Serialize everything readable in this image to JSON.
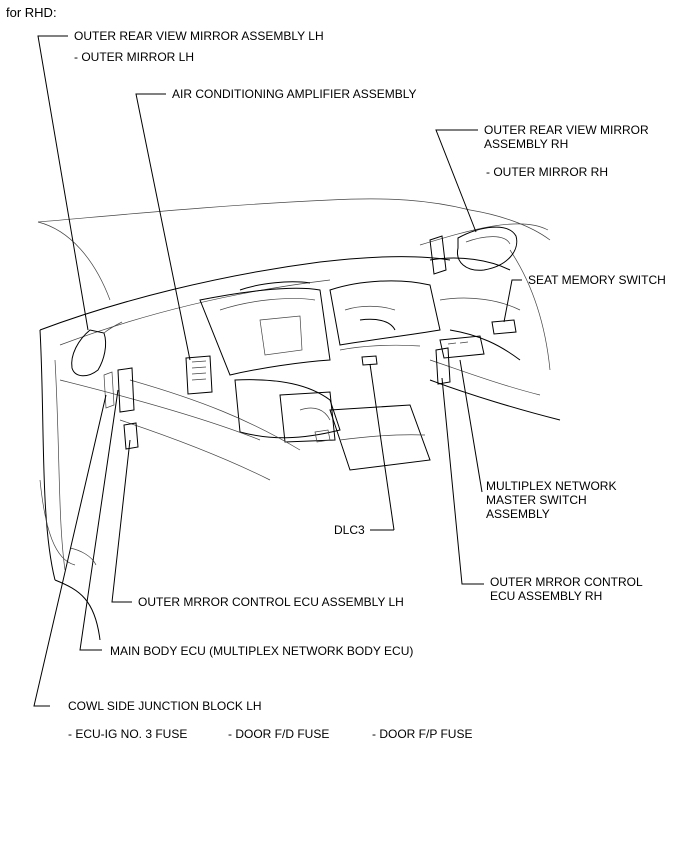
{
  "heading": "for RHD:",
  "labels": {
    "outer_mirror_lh_title": "OUTER REAR VIEW MIRROR ASSEMBLY LH",
    "outer_mirror_lh_sub": "- OUTER MIRROR LH",
    "ac_amplifier": "AIR CONDITIONING AMPLIFIER ASSEMBLY",
    "outer_mirror_rh_line1": "OUTER REAR VIEW MIRROR",
    "outer_mirror_rh_line2": "ASSEMBLY RH",
    "outer_mirror_rh_sub": "- OUTER MIRROR RH",
    "seat_memory_switch": "SEAT MEMORY SWITCH",
    "multiplex_line1": "MULTIPLEX NETWORK",
    "multiplex_line2": "MASTER SWITCH",
    "multiplex_line3": "ASSEMBLY",
    "dlc3": "DLC3",
    "mirror_ecu_rh_line1": "OUTER MRROR CONTROL",
    "mirror_ecu_rh_line2": "ECU ASSEMBLY RH",
    "mirror_ecu_lh": "OUTER MRROR CONTROL ECU ASSEMBLY LH",
    "main_body_ecu": "MAIN BODY ECU (MULTIPLEX NETWORK BODY ECU)",
    "cowl_side_jb": "COWL SIDE JUNCTION BLOCK LH",
    "fuse_1": "- ECU-IG NO. 3 FUSE",
    "fuse_2": "- DOOR F/D FUSE",
    "fuse_3": "- DOOR F/P FUSE"
  }
}
